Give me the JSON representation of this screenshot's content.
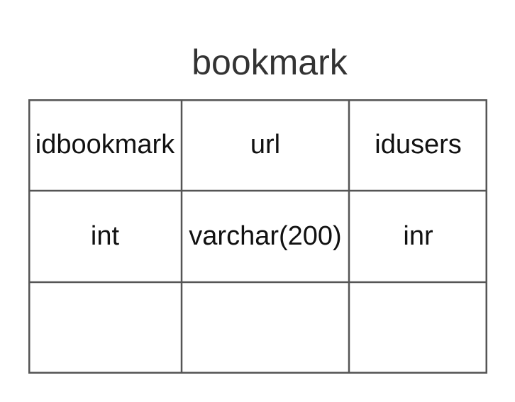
{
  "table": {
    "title": "bookmark",
    "columns": [
      "idbookmark",
      "url",
      "idusers"
    ],
    "types": [
      "int",
      "varchar(200)",
      "inr"
    ],
    "empty_row": [
      "",
      "",
      ""
    ]
  },
  "colors": {
    "border": "#555555",
    "text": "#111111",
    "title": "#333333"
  }
}
